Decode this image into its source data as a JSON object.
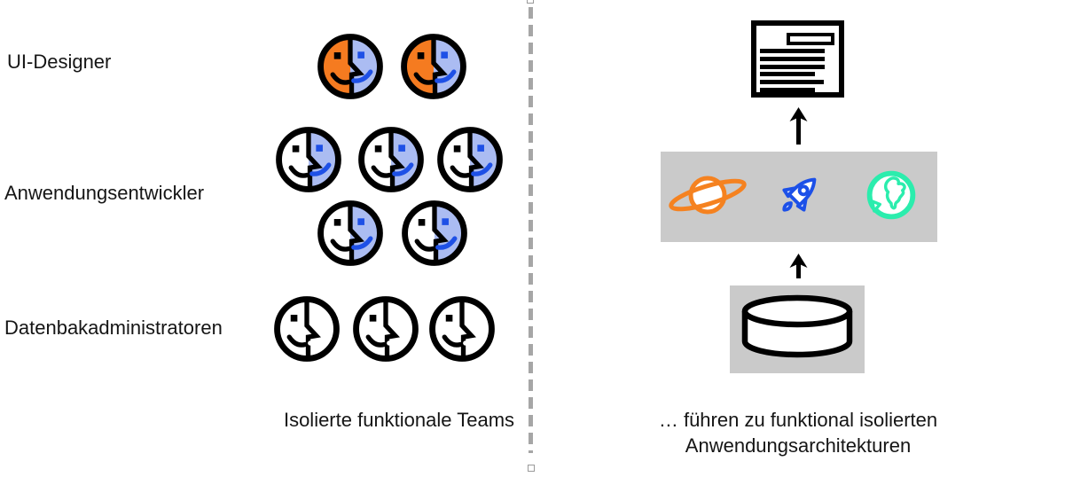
{
  "left_panel": {
    "rows": [
      {
        "label": "UI-Designer",
        "member_count": 2,
        "member_icon": "finder-face-icon",
        "variant": "orange-blue"
      },
      {
        "label": "Anwendungsentwickler",
        "member_count": 5,
        "member_icon": "finder-face-icon",
        "variant": "white-blue"
      },
      {
        "label": "Datenbakadministratoren",
        "member_count": 3,
        "member_icon": "finder-face-icon",
        "variant": "monochrome"
      }
    ],
    "caption": "Isolierte funktionale Teams"
  },
  "divider": {
    "style": "dashed-vertical-line",
    "color": "#A6A6A6",
    "has_selection_handles": true
  },
  "right_panel": {
    "caption_line1": "… führen zu funktional isolierten",
    "caption_line2": "Anwendungsarchitekturen",
    "flow": [
      {
        "icon": "document-icon"
      },
      {
        "icon": "arrow-up-icon"
      },
      {
        "group_icons": [
          "saturn-planet-icon",
          "rocket-icon",
          "globe-icon"
        ],
        "background": "#CACACA"
      },
      {
        "icon": "arrow-up-icon"
      },
      {
        "icon": "database-cylinder-icon",
        "background": "#CACACA"
      }
    ]
  },
  "colors": {
    "face_orange": "#F57B20",
    "face_periwinkle": "#ABBCF2",
    "face_blue_accent": "#1E50E6",
    "saturn_orange": "#F58220",
    "rocket_blue": "#1C50E8",
    "globe_mint": "#2BEDAD",
    "box_gray": "#CACACA",
    "divider_gray": "#A6A6A6",
    "text": "#151515"
  }
}
